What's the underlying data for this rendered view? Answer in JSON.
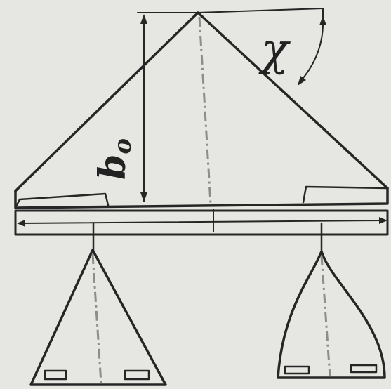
{
  "diagram": {
    "labels": {
      "sweep_angle_symbol": "χ",
      "root_chord_symbol": "b",
      "root_chord_subscript": "o"
    },
    "colors": {
      "background": "#e6e6e3",
      "ink": "#262626",
      "centerline": "#8d8d8b"
    }
  }
}
